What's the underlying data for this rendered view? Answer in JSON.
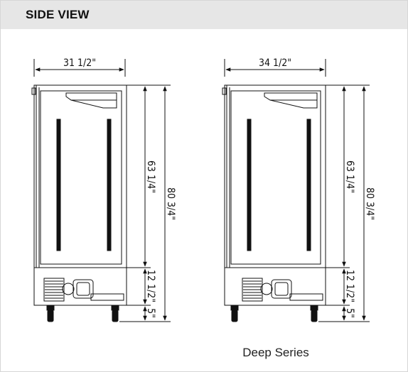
{
  "header": {
    "title": "SIDE VIEW"
  },
  "left": {
    "width_label": "31 1/2\"",
    "cabinet_height_label": "63 1/4\"",
    "total_height_label": "80 3/4\"",
    "base_height_label": "12 1/2\"",
    "caster_height_label": "5\""
  },
  "right": {
    "width_label": "34 1/2\"",
    "cabinet_height_label": "63 1/4\"",
    "total_height_label": "80 3/4\"",
    "base_height_label": "12 1/2\"",
    "caster_height_label": "5\"",
    "caption": "Deep Series"
  },
  "colors": {
    "line": "#111111",
    "header_bg": "#e6e6e6",
    "border": "#d6d6d6"
  }
}
